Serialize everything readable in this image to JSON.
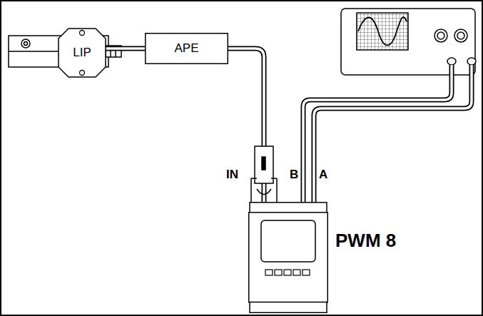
{
  "diagram": {
    "nodes": [
      {
        "text": [
          "LIP"
        ]
      },
      {
        "text": [
          "APE"
        ]
      },
      {
        "text": [
          "PWM 8"
        ]
      }
    ],
    "edges": [
      {
        "from": 0,
        "to": 1,
        "arrow": "none"
      },
      {
        "from": 1,
        "to": 2,
        "arrow": "none"
      }
    ],
    "labels": [
      "IN",
      "B",
      "A"
    ]
  }
}
